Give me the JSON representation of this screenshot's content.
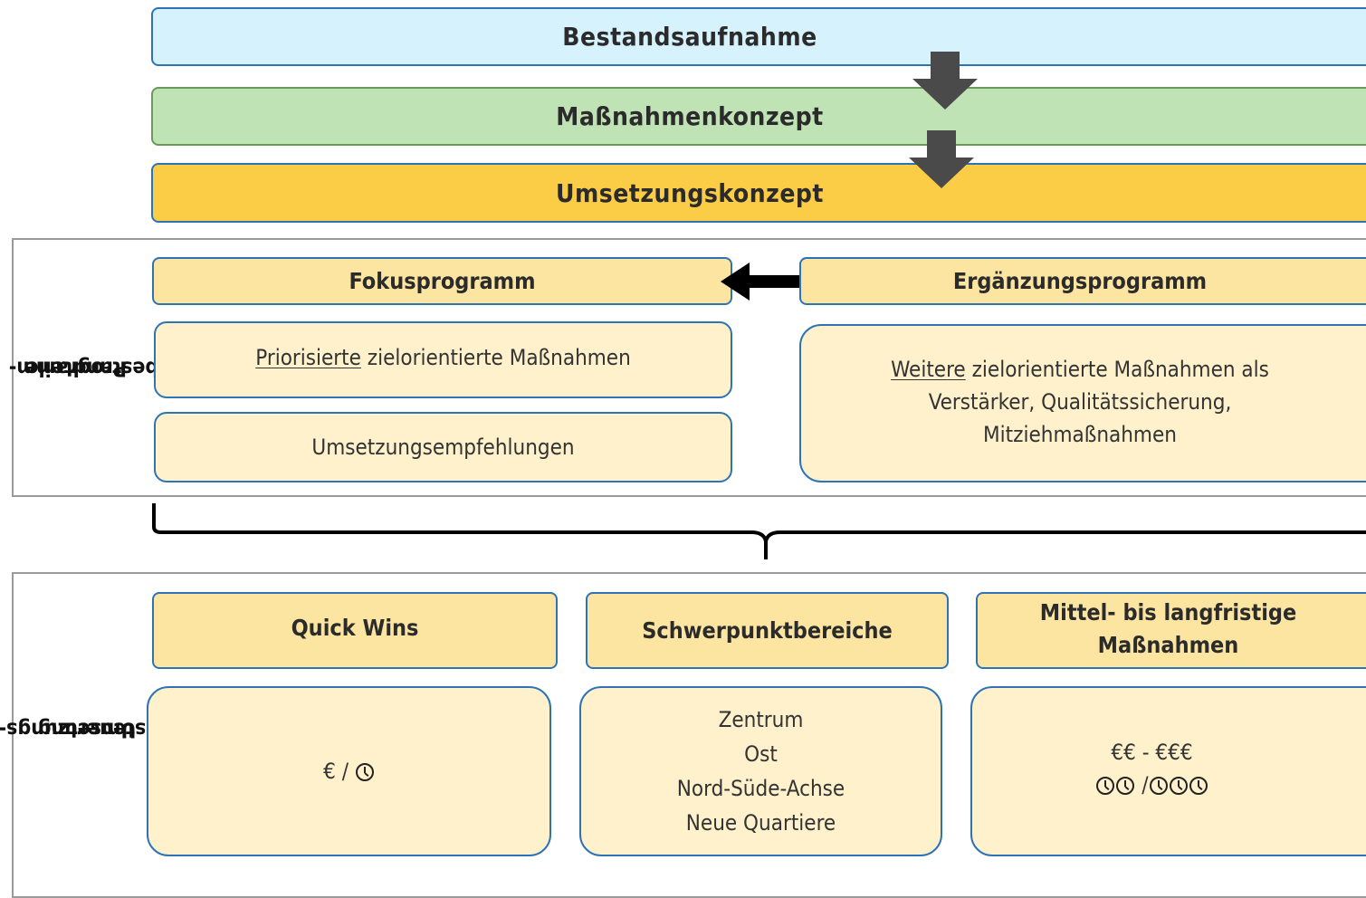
{
  "stages": [
    {
      "label": "Bestandsaufnahme",
      "color": "#d6f2fd",
      "border": "#2e74b5"
    },
    {
      "label": "Maßnahmenkonzept",
      "color": "#bfe3b4",
      "border": "#6a9a5a"
    },
    {
      "label": "Umsetzungskonzept",
      "color": "#fbcc45",
      "border": "#2e74b5"
    }
  ],
  "programm": {
    "side_label_1": "Programm-",
    "side_label_2": "bestandteile",
    "fokus": {
      "title": "Fokusprogramm",
      "box1_underlined": "Priorisierte",
      "box1_rest": " zielorientierte Maßnahmen",
      "box2": "Umsetzungsempfehlungen"
    },
    "ergaenzung": {
      "title": "Ergänzungsprogramm",
      "underlined": "Weitere",
      "line1_rest": " zielorientierte Maßnahmen als",
      "line2": "Verstärker, Qualitätssicherung,",
      "line3": "Mitziehmaßnahmen"
    }
  },
  "steuerung": {
    "side_label_1": "Umsetzungs-",
    "side_label_2": "steuerung",
    "columns": [
      {
        "title": "Quick Wins",
        "cost": "€ /",
        "clocks": 1
      },
      {
        "title": "Schwerpunktbereiche",
        "items": [
          "Zentrum",
          "Ost",
          "Nord-Süde-Achse",
          "Neue Quartiere"
        ]
      },
      {
        "title_line1": "Mittel- bis langfristige",
        "title_line2": "Maßnahmen",
        "cost": "€€ - €€€",
        "clocks_a": 2,
        "separator": "/",
        "clocks_b": 3
      }
    ]
  },
  "colors": {
    "accent_border": "#2e74b5",
    "header_fill": "#fce5a0",
    "box_fill": "#fef1cb",
    "arrow": "#4a4a4a"
  },
  "icons": [
    "down-arrow-icon",
    "double-arrow-icon",
    "curly-brace-icon",
    "clock-icon"
  ]
}
